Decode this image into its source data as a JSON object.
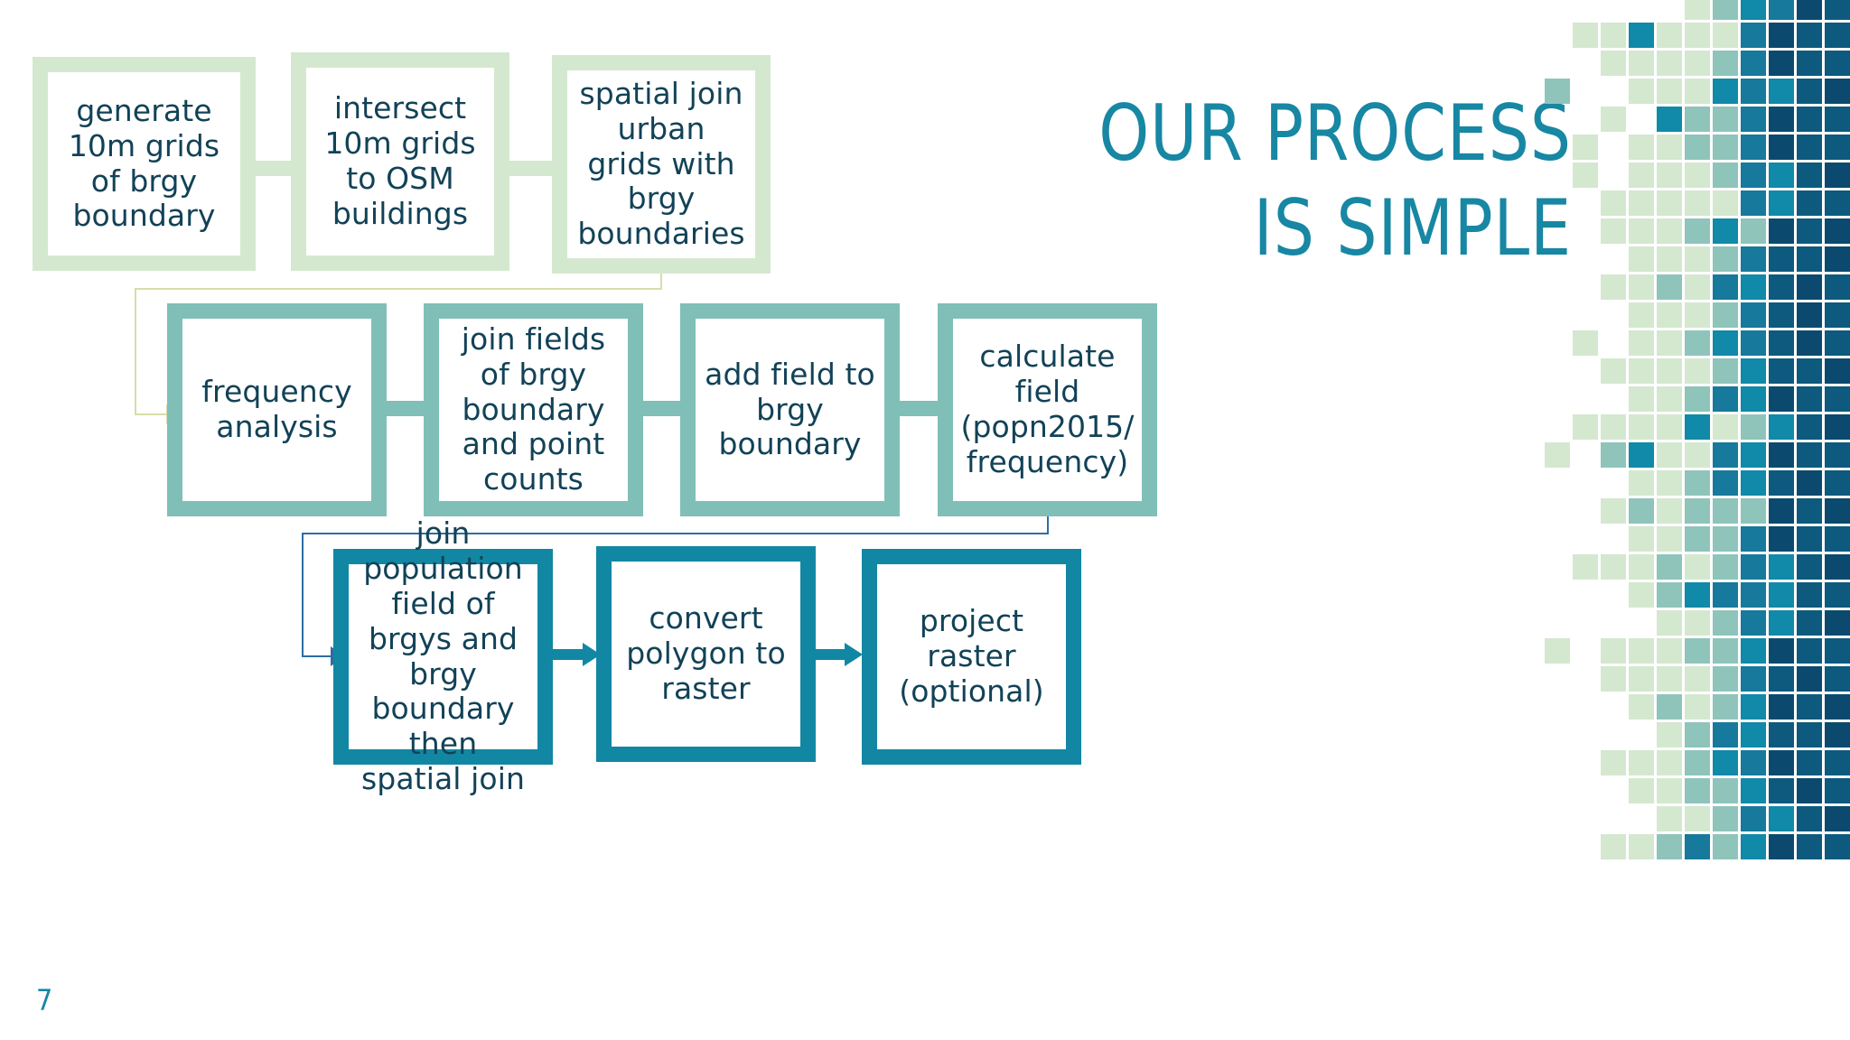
{
  "slide": {
    "page_number": "7",
    "title_lines": [
      "OUR PROCESS",
      "IS SIMPLE"
    ],
    "title_color": "#1787a3",
    "background": "#ffffff"
  },
  "flow": {
    "row1": {
      "border_color": "#d4e8cf",
      "boxes": [
        {
          "id": "generate-grids",
          "text": "generate 10m grids of brgy boundary"
        },
        {
          "id": "intersect-grids",
          "text": "intersect 10m grids to OSM buildings"
        },
        {
          "id": "spatial-join-urban",
          "text": "spatial join urban grids with brgy boundaries"
        }
      ]
    },
    "row2": {
      "border_color": "#7fbfb8",
      "boxes": [
        {
          "id": "frequency-analysis",
          "text": "frequency analysis"
        },
        {
          "id": "join-fields",
          "text": "join fields of brgy boundary and point counts"
        },
        {
          "id": "add-field",
          "text": "add field to brgy boundary"
        },
        {
          "id": "calculate-field",
          "text": "calculate field (popn2015/ frequency)"
        }
      ]
    },
    "row3": {
      "border_color": "#1187a3",
      "boxes": [
        {
          "id": "join-population",
          "text": "join population field of brgys and brgy boundary then spatial join"
        },
        {
          "id": "convert-polygon",
          "text": "convert polygon to raster"
        },
        {
          "id": "project-raster",
          "text": "project raster (optional)"
        }
      ]
    },
    "connectors": {
      "row1_link_color": "#d4e8cf",
      "row2_link_color": "#7fbfb8",
      "row3_link_color": "#1187a3",
      "row1_to_row2_color": "#d9dca8",
      "row2_to_row3_color": "#2f6da3"
    }
  },
  "mosaic": {
    "palette": {
      "pale": "#d4e8cf",
      "mint": "#cfe6d4",
      "sage": "#8fc4bb",
      "teal": "#1189a8",
      "mid_teal": "#17799b",
      "deep": "#0d5a7e",
      "navy": "#0b4a6e"
    },
    "cell": 28,
    "gap": 3,
    "grid": [
      {
        "y": 0,
        "cells": [
          [
            5,
            "pale"
          ],
          [
            6,
            "sage"
          ],
          [
            7,
            "teal"
          ],
          [
            8,
            "mid_teal"
          ],
          [
            9,
            "navy"
          ],
          [
            10,
            "deep"
          ]
        ]
      },
      {
        "y": 1,
        "cells": [
          [
            1,
            "pale"
          ],
          [
            2,
            "pale"
          ],
          [
            3,
            "teal"
          ],
          [
            4,
            "pale"
          ],
          [
            5,
            "pale"
          ],
          [
            6,
            "pale"
          ],
          [
            7,
            "mid_teal"
          ],
          [
            8,
            "navy"
          ],
          [
            9,
            "deep"
          ],
          [
            10,
            "deep"
          ]
        ]
      },
      {
        "y": 2,
        "cells": [
          [
            2,
            "pale"
          ],
          [
            3,
            "pale"
          ],
          [
            4,
            "pale"
          ],
          [
            5,
            "pale"
          ],
          [
            6,
            "sage"
          ],
          [
            7,
            "mid_teal"
          ],
          [
            8,
            "navy"
          ],
          [
            9,
            "deep"
          ],
          [
            10,
            "deep"
          ]
        ]
      },
      {
        "y": 3,
        "cells": [
          [
            0,
            "sage"
          ],
          [
            3,
            "pale"
          ],
          [
            4,
            "pale"
          ],
          [
            5,
            "pale"
          ],
          [
            6,
            "teal"
          ],
          [
            7,
            "mid_teal"
          ],
          [
            8,
            "teal"
          ],
          [
            9,
            "deep"
          ],
          [
            10,
            "navy"
          ]
        ]
      },
      {
        "y": 4,
        "cells": [
          [
            2,
            "pale"
          ],
          [
            4,
            "teal"
          ],
          [
            5,
            "sage"
          ],
          [
            6,
            "sage"
          ],
          [
            7,
            "mid_teal"
          ],
          [
            8,
            "navy"
          ],
          [
            9,
            "deep"
          ],
          [
            10,
            "deep"
          ]
        ]
      },
      {
        "y": 5,
        "cells": [
          [
            1,
            "pale"
          ],
          [
            3,
            "pale"
          ],
          [
            4,
            "pale"
          ],
          [
            5,
            "sage"
          ],
          [
            6,
            "sage"
          ],
          [
            7,
            "mid_teal"
          ],
          [
            8,
            "navy"
          ],
          [
            9,
            "deep"
          ],
          [
            10,
            "deep"
          ]
        ]
      },
      {
        "y": 6,
        "cells": [
          [
            1,
            "pale"
          ],
          [
            3,
            "pale"
          ],
          [
            4,
            "pale"
          ],
          [
            5,
            "pale"
          ],
          [
            6,
            "sage"
          ],
          [
            7,
            "mid_teal"
          ],
          [
            8,
            "teal"
          ],
          [
            9,
            "deep"
          ],
          [
            10,
            "navy"
          ]
        ]
      },
      {
        "y": 7,
        "cells": [
          [
            2,
            "pale"
          ],
          [
            3,
            "pale"
          ],
          [
            4,
            "pale"
          ],
          [
            5,
            "pale"
          ],
          [
            6,
            "pale"
          ],
          [
            7,
            "mid_teal"
          ],
          [
            8,
            "teal"
          ],
          [
            9,
            "deep"
          ],
          [
            10,
            "deep"
          ]
        ]
      },
      {
        "y": 8,
        "cells": [
          [
            2,
            "pale"
          ],
          [
            3,
            "pale"
          ],
          [
            4,
            "pale"
          ],
          [
            5,
            "sage"
          ],
          [
            6,
            "teal"
          ],
          [
            7,
            "sage"
          ],
          [
            8,
            "navy"
          ],
          [
            9,
            "deep"
          ],
          [
            10,
            "navy"
          ]
        ]
      },
      {
        "y": 9,
        "cells": [
          [
            3,
            "pale"
          ],
          [
            4,
            "pale"
          ],
          [
            5,
            "pale"
          ],
          [
            6,
            "sage"
          ],
          [
            7,
            "mid_teal"
          ],
          [
            8,
            "deep"
          ],
          [
            9,
            "deep"
          ],
          [
            10,
            "navy"
          ]
        ]
      },
      {
        "y": 10,
        "cells": [
          [
            2,
            "pale"
          ],
          [
            3,
            "pale"
          ],
          [
            4,
            "sage"
          ],
          [
            5,
            "pale"
          ],
          [
            6,
            "mid_teal"
          ],
          [
            7,
            "teal"
          ],
          [
            8,
            "deep"
          ],
          [
            9,
            "navy"
          ],
          [
            10,
            "deep"
          ]
        ]
      },
      {
        "y": 11,
        "cells": [
          [
            3,
            "pale"
          ],
          [
            4,
            "pale"
          ],
          [
            5,
            "pale"
          ],
          [
            6,
            "sage"
          ],
          [
            7,
            "mid_teal"
          ],
          [
            8,
            "deep"
          ],
          [
            9,
            "navy"
          ],
          [
            10,
            "deep"
          ]
        ]
      },
      {
        "y": 12,
        "cells": [
          [
            1,
            "pale"
          ],
          [
            3,
            "pale"
          ],
          [
            4,
            "pale"
          ],
          [
            5,
            "sage"
          ],
          [
            6,
            "teal"
          ],
          [
            7,
            "mid_teal"
          ],
          [
            8,
            "deep"
          ],
          [
            9,
            "navy"
          ],
          [
            10,
            "deep"
          ]
        ]
      },
      {
        "y": 13,
        "cells": [
          [
            2,
            "pale"
          ],
          [
            3,
            "pale"
          ],
          [
            4,
            "pale"
          ],
          [
            5,
            "pale"
          ],
          [
            6,
            "sage"
          ],
          [
            7,
            "teal"
          ],
          [
            8,
            "deep"
          ],
          [
            9,
            "deep"
          ],
          [
            10,
            "navy"
          ]
        ]
      },
      {
        "y": 14,
        "cells": [
          [
            3,
            "pale"
          ],
          [
            4,
            "pale"
          ],
          [
            5,
            "sage"
          ],
          [
            6,
            "mid_teal"
          ],
          [
            7,
            "teal"
          ],
          [
            8,
            "navy"
          ],
          [
            9,
            "deep"
          ],
          [
            10,
            "deep"
          ]
        ]
      },
      {
        "y": 15,
        "cells": [
          [
            1,
            "pale"
          ],
          [
            2,
            "pale"
          ],
          [
            3,
            "pale"
          ],
          [
            4,
            "pale"
          ],
          [
            5,
            "teal"
          ],
          [
            6,
            "pale"
          ],
          [
            7,
            "sage"
          ],
          [
            8,
            "teal"
          ],
          [
            9,
            "deep"
          ],
          [
            10,
            "navy"
          ]
        ]
      },
      {
        "y": 16,
        "cells": [
          [
            0,
            "pale"
          ],
          [
            2,
            "sage"
          ],
          [
            3,
            "teal"
          ],
          [
            4,
            "pale"
          ],
          [
            5,
            "pale"
          ],
          [
            6,
            "mid_teal"
          ],
          [
            7,
            "teal"
          ],
          [
            8,
            "navy"
          ],
          [
            9,
            "deep"
          ],
          [
            10,
            "deep"
          ]
        ]
      },
      {
        "y": 17,
        "cells": [
          [
            3,
            "pale"
          ],
          [
            4,
            "pale"
          ],
          [
            5,
            "sage"
          ],
          [
            6,
            "mid_teal"
          ],
          [
            7,
            "teal"
          ],
          [
            8,
            "deep"
          ],
          [
            9,
            "navy"
          ],
          [
            10,
            "deep"
          ]
        ]
      },
      {
        "y": 18,
        "cells": [
          [
            2,
            "pale"
          ],
          [
            3,
            "sage"
          ],
          [
            4,
            "pale"
          ],
          [
            5,
            "sage"
          ],
          [
            6,
            "sage"
          ],
          [
            7,
            "sage"
          ],
          [
            8,
            "navy"
          ],
          [
            9,
            "deep"
          ],
          [
            10,
            "navy"
          ]
        ]
      },
      {
        "y": 19,
        "cells": [
          [
            3,
            "pale"
          ],
          [
            4,
            "pale"
          ],
          [
            5,
            "sage"
          ],
          [
            6,
            "sage"
          ],
          [
            7,
            "mid_teal"
          ],
          [
            8,
            "navy"
          ],
          [
            9,
            "deep"
          ],
          [
            10,
            "deep"
          ]
        ]
      },
      {
        "y": 20,
        "cells": [
          [
            1,
            "pale"
          ],
          [
            2,
            "pale"
          ],
          [
            3,
            "pale"
          ],
          [
            4,
            "sage"
          ],
          [
            5,
            "pale"
          ],
          [
            6,
            "sage"
          ],
          [
            7,
            "mid_teal"
          ],
          [
            8,
            "teal"
          ],
          [
            9,
            "deep"
          ],
          [
            10,
            "navy"
          ]
        ]
      },
      {
        "y": 21,
        "cells": [
          [
            3,
            "pale"
          ],
          [
            4,
            "sage"
          ],
          [
            5,
            "teal"
          ],
          [
            6,
            "mid_teal"
          ],
          [
            7,
            "mid_teal"
          ],
          [
            8,
            "teal"
          ],
          [
            9,
            "deep"
          ],
          [
            10,
            "deep"
          ]
        ]
      },
      {
        "y": 22,
        "cells": [
          [
            4,
            "pale"
          ],
          [
            5,
            "pale"
          ],
          [
            6,
            "sage"
          ],
          [
            7,
            "mid_teal"
          ],
          [
            8,
            "teal"
          ],
          [
            9,
            "deep"
          ],
          [
            10,
            "navy"
          ]
        ]
      },
      {
        "y": 23,
        "cells": [
          [
            0,
            "pale"
          ],
          [
            2,
            "pale"
          ],
          [
            3,
            "pale"
          ],
          [
            4,
            "pale"
          ],
          [
            5,
            "sage"
          ],
          [
            6,
            "sage"
          ],
          [
            7,
            "teal"
          ],
          [
            8,
            "navy"
          ],
          [
            9,
            "deep"
          ],
          [
            10,
            "deep"
          ]
        ]
      },
      {
        "y": 24,
        "cells": [
          [
            2,
            "pale"
          ],
          [
            3,
            "pale"
          ],
          [
            4,
            "pale"
          ],
          [
            5,
            "pale"
          ],
          [
            6,
            "sage"
          ],
          [
            7,
            "mid_teal"
          ],
          [
            8,
            "deep"
          ],
          [
            9,
            "navy"
          ],
          [
            10,
            "deep"
          ]
        ]
      },
      {
        "y": 25,
        "cells": [
          [
            3,
            "pale"
          ],
          [
            4,
            "sage"
          ],
          [
            5,
            "pale"
          ],
          [
            6,
            "sage"
          ],
          [
            7,
            "teal"
          ],
          [
            8,
            "navy"
          ],
          [
            9,
            "deep"
          ],
          [
            10,
            "navy"
          ]
        ]
      },
      {
        "y": 26,
        "cells": [
          [
            4,
            "pale"
          ],
          [
            5,
            "sage"
          ],
          [
            6,
            "mid_teal"
          ],
          [
            7,
            "teal"
          ],
          [
            8,
            "deep"
          ],
          [
            9,
            "deep"
          ],
          [
            10,
            "navy"
          ]
        ]
      },
      {
        "y": 27,
        "cells": [
          [
            2,
            "pale"
          ],
          [
            3,
            "pale"
          ],
          [
            4,
            "pale"
          ],
          [
            5,
            "sage"
          ],
          [
            6,
            "teal"
          ],
          [
            7,
            "mid_teal"
          ],
          [
            8,
            "navy"
          ],
          [
            9,
            "deep"
          ],
          [
            10,
            "deep"
          ]
        ]
      },
      {
        "y": 28,
        "cells": [
          [
            3,
            "pale"
          ],
          [
            4,
            "pale"
          ],
          [
            5,
            "sage"
          ],
          [
            6,
            "sage"
          ],
          [
            7,
            "teal"
          ],
          [
            8,
            "deep"
          ],
          [
            9,
            "navy"
          ],
          [
            10,
            "deep"
          ]
        ]
      },
      {
        "y": 29,
        "cells": [
          [
            4,
            "pale"
          ],
          [
            5,
            "pale"
          ],
          [
            6,
            "sage"
          ],
          [
            7,
            "mid_teal"
          ],
          [
            8,
            "teal"
          ],
          [
            9,
            "deep"
          ],
          [
            10,
            "navy"
          ]
        ]
      },
      {
        "y": 30,
        "cells": [
          [
            2,
            "pale"
          ],
          [
            3,
            "pale"
          ],
          [
            4,
            "sage"
          ],
          [
            5,
            "mid_teal"
          ],
          [
            6,
            "sage"
          ],
          [
            7,
            "teal"
          ],
          [
            8,
            "navy"
          ],
          [
            9,
            "deep"
          ],
          [
            10,
            "deep"
          ]
        ]
      }
    ]
  }
}
